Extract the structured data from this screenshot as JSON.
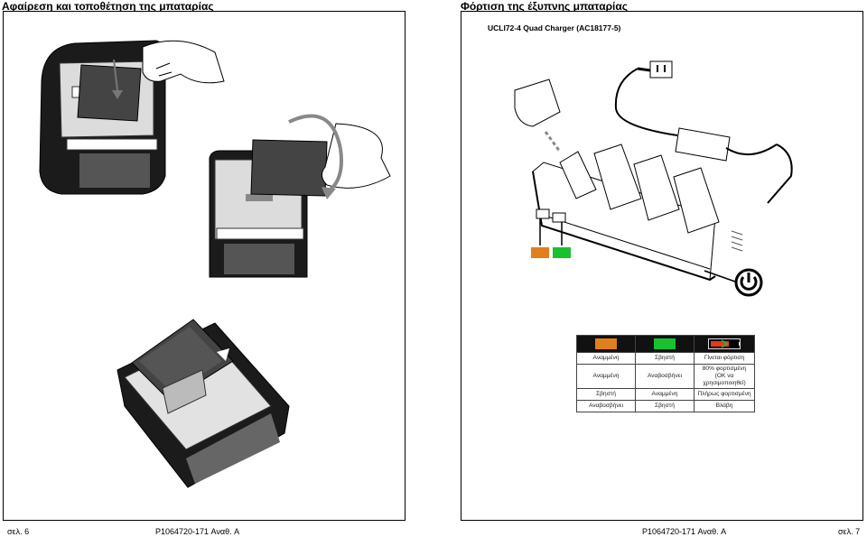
{
  "left_page": {
    "title": "Αφαίρεση και τοποθέτηση της μπαταρίας",
    "footer_page": "σελ. 6",
    "footer_doc": "P1064720-171 Αναθ. A"
  },
  "right_page": {
    "title": "Φόρτιση της έξυπνης μπαταρίας",
    "subtitle": "UCLI72-4 Quad Charger (AC18177-5)",
    "footer_doc": "P1064720-171 Αναθ. A",
    "footer_page": "σελ. 7"
  },
  "colors": {
    "amber": "#e07f1c",
    "green": "#18c22f",
    "battery_red": "#e23a1e"
  },
  "icons": [
    "power-icon",
    "battery-charging-icon"
  ],
  "status_table": {
    "rows": [
      [
        "Αναμμένη",
        "Σβηστή",
        "Γίνεται φόρτιση"
      ],
      [
        "Αναμμένη",
        "Αναβοσβήνει",
        "80% φορτισμένη\n(OK να χρησιμοποιηθεί)"
      ],
      [
        "Σβηστή",
        "Αναμμένη",
        "Πλήρως φορτισμένη"
      ],
      [
        "Αναβοσβήνει",
        "Σβηστή",
        "Βλάβη"
      ]
    ]
  }
}
